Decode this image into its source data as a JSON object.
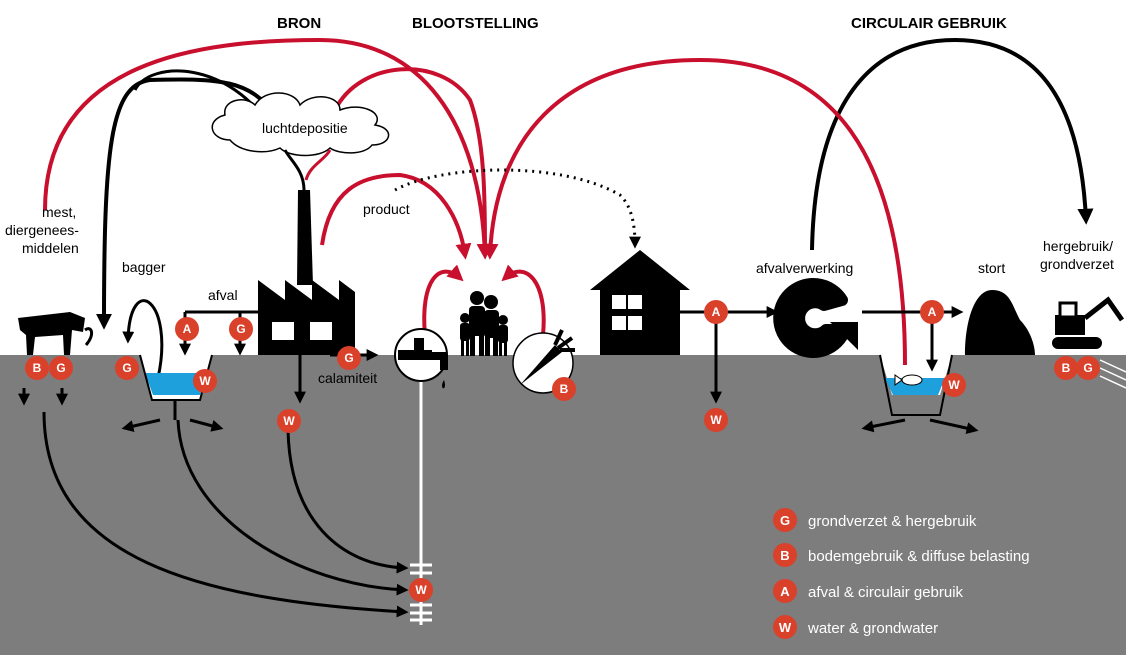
{
  "headers": {
    "bron": "BRON",
    "blootstelling": "BLOOTSTELLING",
    "circulair": "CIRCULAIR GEBRUIK"
  },
  "labels": {
    "luchtdepositie": "luchtdepositie",
    "mest_line1": "mest,",
    "mest_line2": "diergenees-",
    "mest_line3": "middelen",
    "bagger": "bagger",
    "afval": "afval",
    "product": "product",
    "calamiteit": "calamiteit",
    "afvalverwerking": "afvalverwerking",
    "stort": "stort",
    "hergebruik_line1": "hergebruik/",
    "hergebruik_line2": "grondverzet"
  },
  "badges": {
    "G": "G",
    "B": "B",
    "A": "A",
    "W": "W"
  },
  "legend": [
    {
      "letter": "G",
      "text": "grondverzet & hergebruik"
    },
    {
      "letter": "B",
      "text": "bodemgebruik & diffuse belasting"
    },
    {
      "letter": "A",
      "text": "afval & circulair gebruik"
    },
    {
      "letter": "W",
      "text": "water & grondwater"
    }
  ],
  "colors": {
    "red": "#c8102e",
    "badge": "#d9412b",
    "ground": "#7d7d7d",
    "water": "#1ea0dc"
  }
}
